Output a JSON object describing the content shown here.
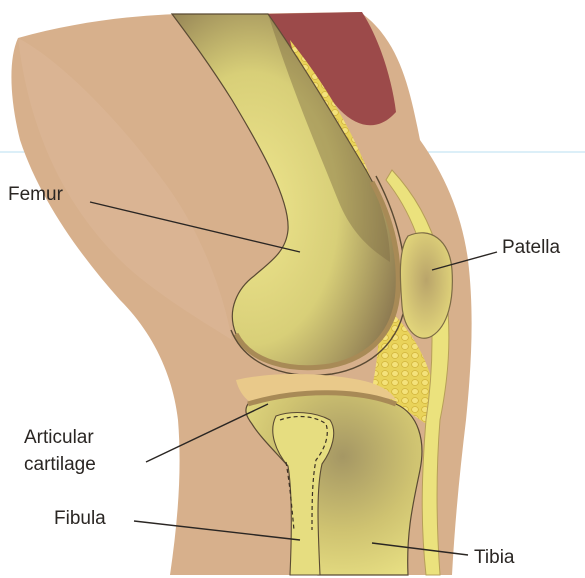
{
  "diagram": {
    "labels": {
      "femur": "Femur",
      "patella": "Patella",
      "articular_line1": "Articular",
      "articular_line2": "cartilage",
      "fibula": "Fibula",
      "tibia": "Tibia"
    },
    "colors": {
      "skin": "#d7b08c",
      "bone": "#e8e080",
      "bone_shadow": "#8f7a4d",
      "marrow_fat": "#e7cf4a",
      "muscle": "#9c4a4a",
      "cartilage": "#d9c27a",
      "outline": "#5a4a33",
      "label_text": "#2a2623",
      "guide_line": "#b9dff0"
    }
  }
}
